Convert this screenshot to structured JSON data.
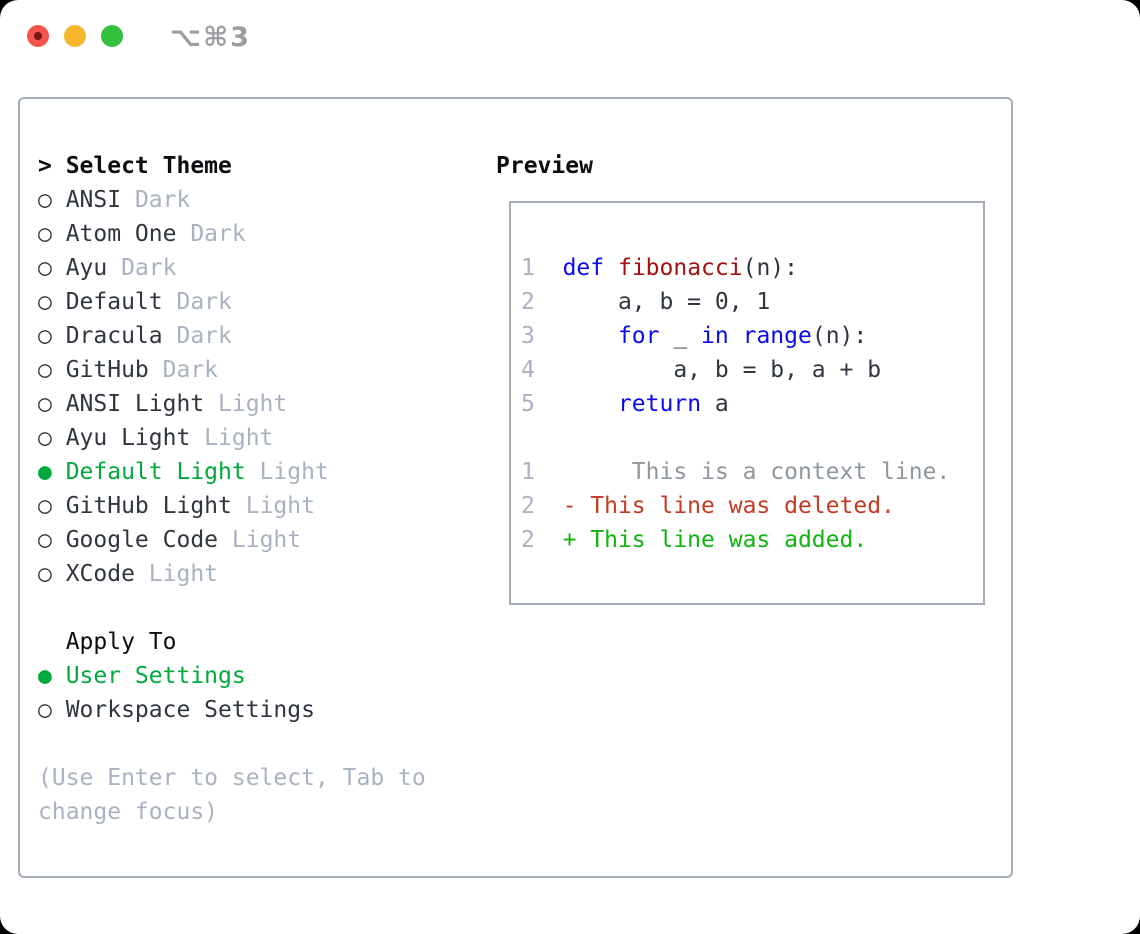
{
  "colors": {
    "heading": "#0b0d10",
    "text": "#30363f",
    "muted": "#a9b2c0",
    "green": "#00a93c",
    "added": "#0fb40c",
    "deleted": "#c43b23",
    "keyword": "#0a0aee",
    "function": "#a31212",
    "lineno": "#a9b2c0",
    "context": "#8e969e",
    "border": "#a4acb7",
    "traffic_red": "#f2564f",
    "traffic_red_dot": "#77150f",
    "traffic_yellow": "#f6b62d",
    "traffic_green": "#34c13e",
    "shortcut_text": "#9c9ca1"
  },
  "titlebar": {
    "shortcut": "⌥⌘3"
  },
  "left_panel": {
    "lines": [
      {
        "name": "select-theme-header",
        "interactable": false,
        "bold": true,
        "segments": [
          {
            "t": "> Select Theme",
            "c": "heading"
          }
        ]
      },
      {
        "name": "theme-option-ansi-dark",
        "interactable": true,
        "segments": [
          {
            "t": "○ ANSI ",
            "c": "text"
          },
          {
            "t": "Dark",
            "c": "muted"
          }
        ]
      },
      {
        "name": "theme-option-atom-one-dark",
        "interactable": true,
        "segments": [
          {
            "t": "○ Atom One ",
            "c": "text"
          },
          {
            "t": "Dark",
            "c": "muted"
          }
        ]
      },
      {
        "name": "theme-option-ayu-dark",
        "interactable": true,
        "segments": [
          {
            "t": "○ Ayu ",
            "c": "text"
          },
          {
            "t": "Dark",
            "c": "muted"
          }
        ]
      },
      {
        "name": "theme-option-default-dark",
        "interactable": true,
        "segments": [
          {
            "t": "○ Default ",
            "c": "text"
          },
          {
            "t": "Dark",
            "c": "muted"
          }
        ]
      },
      {
        "name": "theme-option-dracula-dark",
        "interactable": true,
        "segments": [
          {
            "t": "○ Dracula ",
            "c": "text"
          },
          {
            "t": "Dark",
            "c": "muted"
          }
        ]
      },
      {
        "name": "theme-option-github-dark",
        "interactable": true,
        "segments": [
          {
            "t": "○ GitHub ",
            "c": "text"
          },
          {
            "t": "Dark",
            "c": "muted"
          }
        ]
      },
      {
        "name": "theme-option-ansi-light",
        "interactable": true,
        "segments": [
          {
            "t": "○ ANSI Light ",
            "c": "text"
          },
          {
            "t": "Light",
            "c": "muted"
          }
        ]
      },
      {
        "name": "theme-option-ayu-light",
        "interactable": true,
        "segments": [
          {
            "t": "○ Ayu Light ",
            "c": "text"
          },
          {
            "t": "Light",
            "c": "muted"
          }
        ]
      },
      {
        "name": "theme-option-default-light-selected",
        "interactable": true,
        "segments": [
          {
            "t": "● Default Light ",
            "c": "green"
          },
          {
            "t": "Light",
            "c": "muted"
          }
        ]
      },
      {
        "name": "theme-option-github-light",
        "interactable": true,
        "segments": [
          {
            "t": "○ GitHub Light ",
            "c": "text"
          },
          {
            "t": "Light",
            "c": "muted"
          }
        ]
      },
      {
        "name": "theme-option-google-code-light",
        "interactable": true,
        "segments": [
          {
            "t": "○ Google Code ",
            "c": "text"
          },
          {
            "t": "Light",
            "c": "muted"
          }
        ]
      },
      {
        "name": "theme-option-xcode-light",
        "interactable": true,
        "segments": [
          {
            "t": "○ XCode ",
            "c": "text"
          },
          {
            "t": "Light",
            "c": "muted"
          }
        ]
      },
      {
        "name": "spacer-line",
        "interactable": false,
        "segments": []
      },
      {
        "name": "apply-to-header",
        "interactable": false,
        "segments": [
          {
            "t": "  Apply To",
            "c": "heading"
          }
        ]
      },
      {
        "name": "apply-option-user-settings-selected",
        "interactable": true,
        "segments": [
          {
            "t": "● User Settings",
            "c": "green"
          }
        ]
      },
      {
        "name": "apply-option-workspace-settings",
        "interactable": true,
        "segments": [
          {
            "t": "○ Workspace Settings",
            "c": "text"
          }
        ]
      },
      {
        "name": "spacer-line",
        "interactable": false,
        "segments": []
      },
      {
        "name": "hint-line-1",
        "interactable": false,
        "segments": [
          {
            "t": "(Use Enter to select, Tab to",
            "c": "muted"
          }
        ]
      },
      {
        "name": "hint-line-2",
        "interactable": false,
        "segments": [
          {
            "t": "change focus)",
            "c": "muted"
          }
        ]
      }
    ]
  },
  "preview": {
    "title": "Preview",
    "lines": [
      {
        "name": "spacer-line",
        "interactable": false,
        "segments": []
      },
      {
        "name": "preview-code-line-1",
        "interactable": false,
        "segments": [
          {
            "t": "1",
            "c": "lineno"
          },
          {
            "t": "  ",
            "c": "text"
          },
          {
            "t": "def",
            "c": "keyword"
          },
          {
            "t": " ",
            "c": "text"
          },
          {
            "t": "fibonacci",
            "c": "function"
          },
          {
            "t": "(n):",
            "c": "text"
          }
        ]
      },
      {
        "name": "preview-code-line-2",
        "interactable": false,
        "segments": [
          {
            "t": "2",
            "c": "lineno"
          },
          {
            "t": "      a, b = 0, 1",
            "c": "text"
          }
        ]
      },
      {
        "name": "preview-code-line-3",
        "interactable": false,
        "segments": [
          {
            "t": "3",
            "c": "lineno"
          },
          {
            "t": "      ",
            "c": "text"
          },
          {
            "t": "for",
            "c": "keyword"
          },
          {
            "t": " _ ",
            "c": "text"
          },
          {
            "t": "in",
            "c": "keyword"
          },
          {
            "t": " ",
            "c": "text"
          },
          {
            "t": "range",
            "c": "keyword"
          },
          {
            "t": "(n):",
            "c": "text"
          }
        ]
      },
      {
        "name": "preview-code-line-4",
        "interactable": false,
        "segments": [
          {
            "t": "4",
            "c": "lineno"
          },
          {
            "t": "          a, b = b, a + b",
            "c": "text"
          }
        ]
      },
      {
        "name": "preview-code-line-5",
        "interactable": false,
        "segments": [
          {
            "t": "5",
            "c": "lineno"
          },
          {
            "t": "      ",
            "c": "text"
          },
          {
            "t": "return",
            "c": "keyword"
          },
          {
            "t": " a",
            "c": "text"
          }
        ]
      },
      {
        "name": "spacer-line",
        "interactable": false,
        "segments": []
      },
      {
        "name": "preview-diff-context-line",
        "interactable": false,
        "segments": [
          {
            "t": "1",
            "c": "lineno"
          },
          {
            "t": "       This is a context line.",
            "c": "context"
          }
        ]
      },
      {
        "name": "preview-diff-deleted-line",
        "interactable": false,
        "segments": [
          {
            "t": "2",
            "c": "lineno"
          },
          {
            "t": "  ",
            "c": "text"
          },
          {
            "t": "- This line was deleted.",
            "c": "deleted"
          }
        ]
      },
      {
        "name": "preview-diff-added-line",
        "interactable": false,
        "segments": [
          {
            "t": "2",
            "c": "lineno"
          },
          {
            "t": "  ",
            "c": "text"
          },
          {
            "t": "+ This line was added.",
            "c": "added"
          }
        ]
      }
    ]
  }
}
